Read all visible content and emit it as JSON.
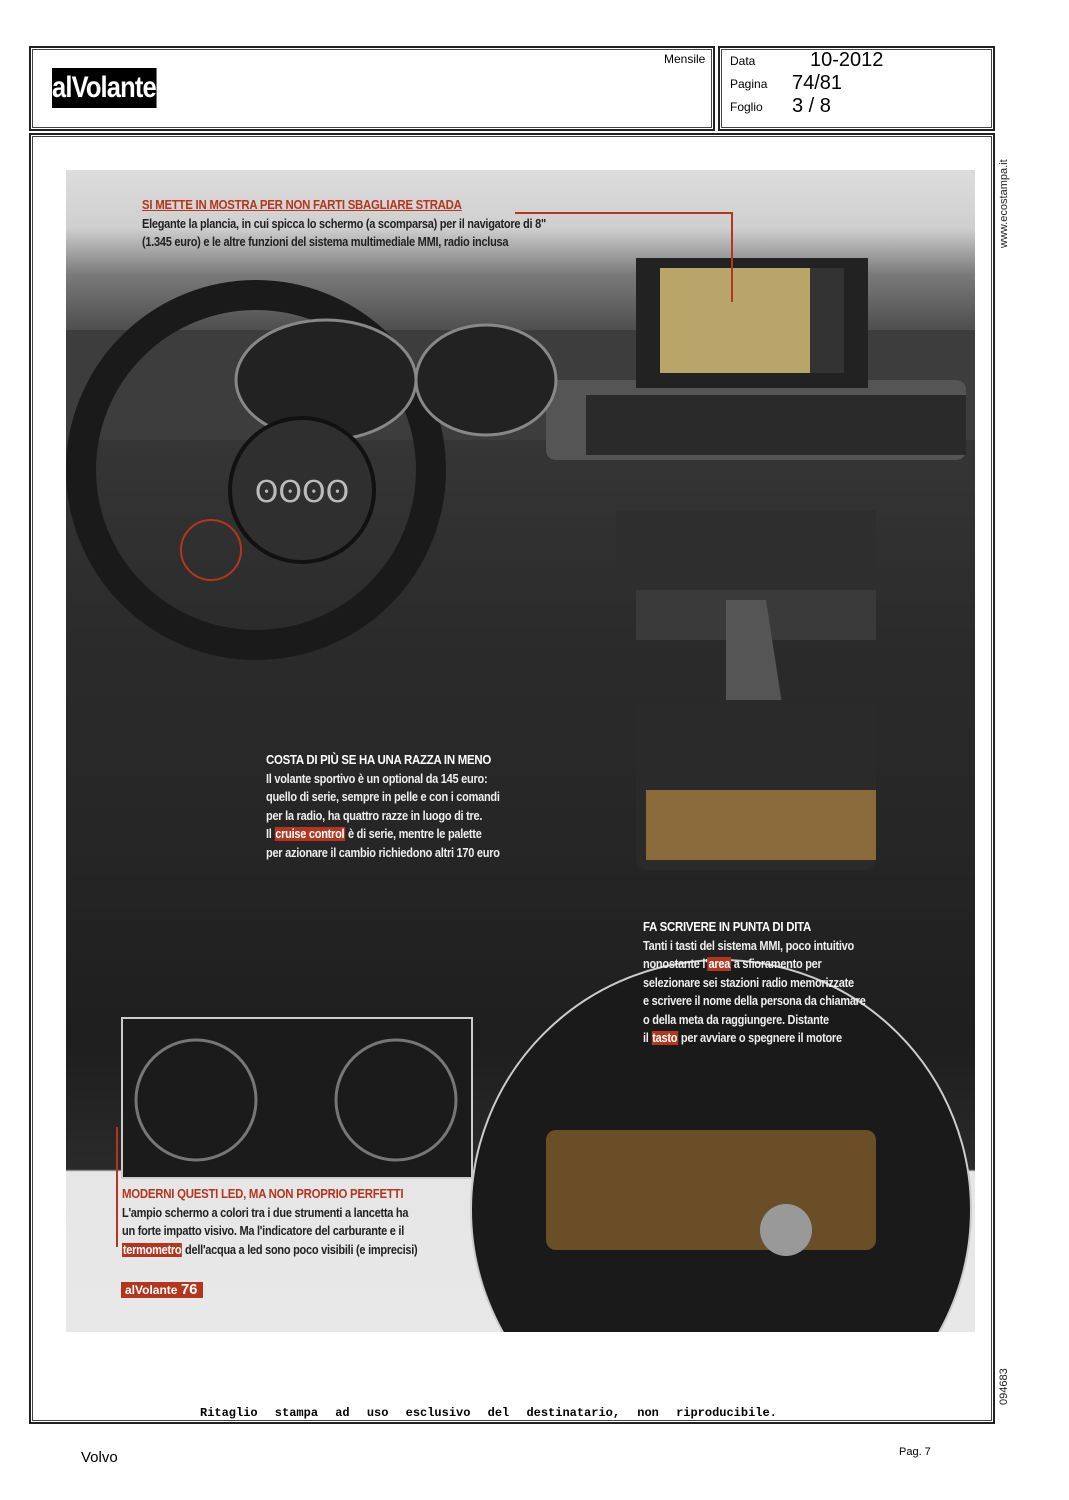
{
  "header": {
    "logo": "alVolante",
    "frequency": "Mensile",
    "meta": [
      {
        "label": "Data",
        "value": "10-2012"
      },
      {
        "label": "Pagina",
        "value": "74/81"
      },
      {
        "label": "Foglio",
        "value": "3 / 8"
      }
    ]
  },
  "side_url": "www.ecostampa.it",
  "side_code": "094683",
  "captions": {
    "nav": {
      "title": "Si mette in mostra per non farti sbagliare strada",
      "lines": [
        "Elegante la plancia, in cui spicca lo schermo (a scomparsa) per il navigatore di 8\"",
        "(1.345 euro) e le altre funzioni del sistema multimediale MMI, radio inclusa"
      ]
    },
    "wheel": {
      "title": "Costa di più se ha una razza in meno",
      "lines": [
        "Il volante sportivo è un optional da 145 euro:",
        "quello di serie, sempre in pelle e con i comandi",
        "per la radio, ha quattro razze in luogo di tre."
      ],
      "l4_pre": "Il ",
      "l4_hl": "cruise control",
      "l4_post": " è di serie, mentre le palette",
      "l5": "per azionare il cambio richiedono altri 170 euro"
    },
    "mmi": {
      "title": "Fa scrivere in punta di dita",
      "l1": "Tanti i tasti del sistema MMI, poco intuitivo",
      "l2_pre": "nonostante l'",
      "l2_hl": "area",
      "l2_post": " a sfioramento per",
      "l3": "selezionare sei stazioni radio memorizzate",
      "l4": "e scrivere il nome della persona da chiamare",
      "l5": "o della meta da raggiungere. Distante",
      "l6_pre": "il ",
      "l6_hl": "tasto",
      "l6_post": " per avviare o spegnere il motore"
    },
    "led": {
      "title": "Moderni questi LED, ma non proprio perfetti",
      "l1": "L'ampio schermo a colori tra i due strumenti a lancetta ha",
      "l2": "un forte impatto visivo. Ma l'indicatore del carburante e il",
      "l3_hl": "termometro",
      "l3_post": " dell'acqua a led sono poco visibili (e imprecisi)"
    }
  },
  "folio": {
    "logo": "alVolante",
    "page": "76"
  },
  "footer": {
    "notice": "Ritaglio stampa ad uso esclusivo del destinatario, non riproducibile.",
    "client": "Volvo",
    "page": "Pag. 7"
  }
}
